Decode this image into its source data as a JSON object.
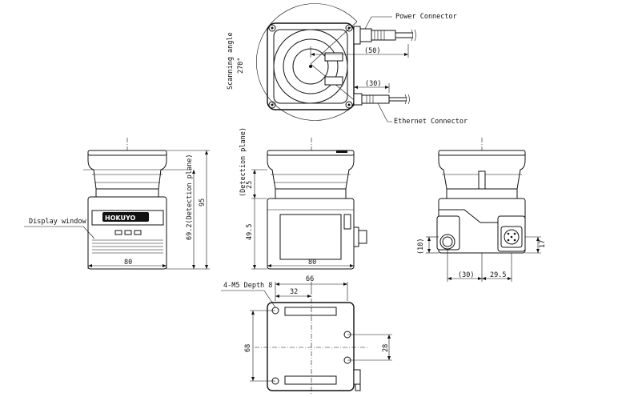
{
  "labels": {
    "power_connector": "Power Connector",
    "ethernet_connector": "Ethernet Connector",
    "scanning_angle": "Scanning angle",
    "scanning_angle_value": "270°",
    "display_window": "Display window",
    "detection_plane_front": "69.2(Detection plane)",
    "detection_plane_side": "(Detection plane)",
    "mounting_holes": "4-M5 Depth 8",
    "logo_text": "HOKUYO"
  },
  "dimensions": {
    "top_view_50": "(50)",
    "top_view_30": "(30)",
    "front_height": "95",
    "front_width": "80",
    "side_width": "80",
    "side_25": "25",
    "side_49_5": "49.5",
    "right_10": "(10)",
    "right_17": "17",
    "right_30": "(30)",
    "right_29_5": "29.5",
    "bottom_66": "66",
    "bottom_32": "32",
    "bottom_68": "68",
    "bottom_28": "28"
  }
}
